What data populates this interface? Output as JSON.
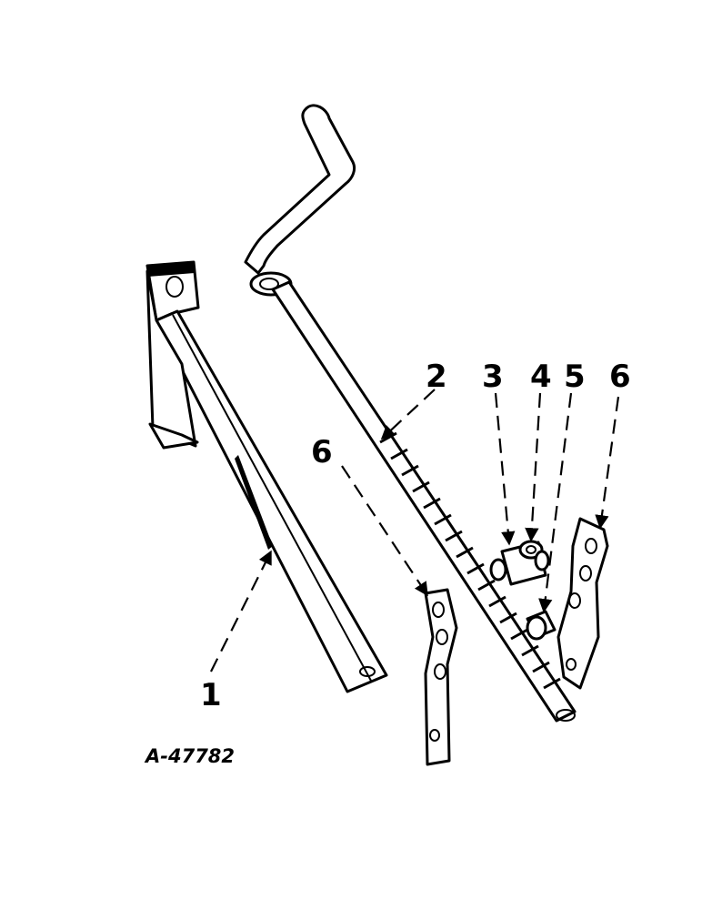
{
  "callouts": {
    "part_1": "1",
    "part_2": "2",
    "part_3": "3",
    "part_4": "4",
    "part_5": "5",
    "part_6_left": "6",
    "part_6_right": "6"
  },
  "figure_id": "A-47782",
  "ink_color": "#000000",
  "background_color": "#ffffff"
}
